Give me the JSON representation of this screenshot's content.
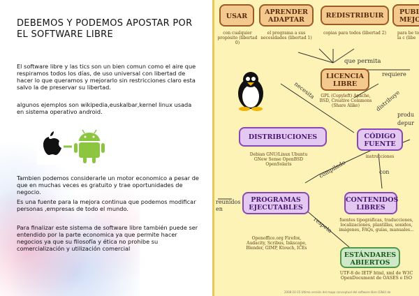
{
  "left": {
    "title": "DEBEMOS Y PODEMOS APOSTAR POR EL SOFTWARE LIBRE",
    "para1": "El software libre y las tics son un bien comun como el aire que respiramos todos los días, de uso universal con libertad de hacer lo que queramos y mejorarlo sin restricciones claro esta salvo la de preservar su libertad.",
    "para2": "algunos ejemplos son wikipedia,euskalbar,kernel linux usada en sistema operativo android.",
    "para3": "Tambien podemos considerarle un motor economico a pesar de que en muchas veces es gratuito y trae oportunidades de negocio.",
    "para4": "Es una fuente para la mejora continua que podemos modificar personas ,empresas de todo el mundo.",
    "para5": "  Para finalizar este sistema de software libre también puede ser entendido por la parte economica ya que permite hacer negocios ya que su filosofía y ética no prohibe su comercialización y utilización comercial"
  },
  "map": {
    "usar": "USAR",
    "usar_sub": "con cualquier propósito (libertad 0)",
    "aprender": "APRENDER ADAPTAR",
    "aprender_sub": "el programa a sus necesidades (libertad 1)",
    "redistribuir": "REDISTRIBUIR",
    "redistribuir_sub": "copias para todos (libertad 2)",
    "publicar": "PUBL MEJO",
    "publicar_sub": "para be toda la c (libe",
    "que_permita": "que permita",
    "licencia": "LICENCIA LIBRE",
    "licencia_sub": "GPL (Copyleft) Apache, BSD, Creative Commons (Share Alike)",
    "requiere": "requiere",
    "necesita": "necesita",
    "distribuye": "distribuye",
    "produ": "produ",
    "depur": "depur",
    "codigo": "CÓDIGO FUENTE",
    "codigo_sub": "instrucciones",
    "distribuciones": "DISTRIBUCIONES",
    "distribuciones_sub": "Debian GNU/Linux Ubuntu GNew Sense OpenBSD OpenSolaris",
    "compilado": "compilado",
    "con": "con",
    "reunidos": "reunidos en",
    "programas": "PROGRAMAS EJECUTABLES",
    "programas_sub": "Openoffice.org Firefox, Audacity, Scribus, Inkscape, Blender, GIMP, Ktouch, ICEs",
    "contenidos": "CONTENIDOS LIBRES",
    "contenidos_sub": "fuentes tipográficas, traducciones, localizaciones, plantillas, sonidos, imágenes, FAQs, guías, manuales...",
    "respeta": "respeta",
    "estandares": "ESTÁNDARES ABIERTOS",
    "estandares_sub": "UTF-8 de IETF html, xml de W3C OpenDocument de OASES e ISO",
    "footer": "2008-10-15 Última versión del mapa conceptual del software libre (GNU) de"
  }
}
